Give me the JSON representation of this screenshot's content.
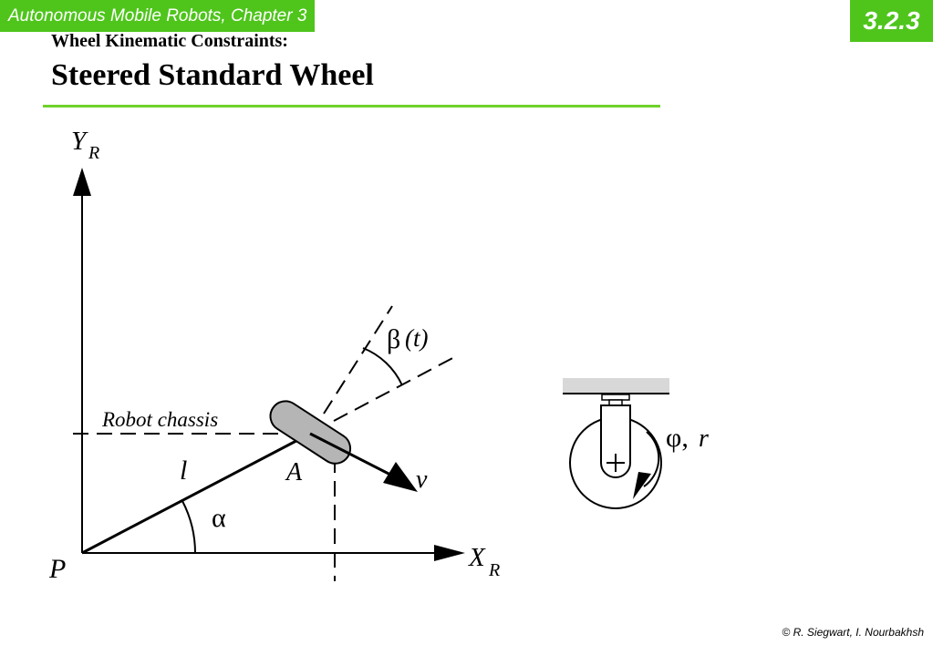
{
  "header": {
    "course": "Autonomous Mobile Robots, Chapter 3",
    "section": "3.2.3"
  },
  "slide": {
    "subtitle": "Wheel Kinematic Constraints:",
    "title": "Steered Standard Wheel"
  },
  "diagram": {
    "y_axis_label": "Y",
    "y_axis_sub": "R",
    "x_axis_label": "X",
    "x_axis_sub": "R",
    "origin_label": "P",
    "chassis_label": "Robot chassis",
    "arm_label": "l",
    "point_label": "A",
    "velocity_label": "v",
    "alpha_label": "α",
    "beta_symbol": "β",
    "beta_arg": "(t)",
    "phi_symbol": "φ,",
    "radius_label": "r"
  },
  "footer": {
    "copyright": "© R. Siegwart, I. Nourbakhsh"
  }
}
